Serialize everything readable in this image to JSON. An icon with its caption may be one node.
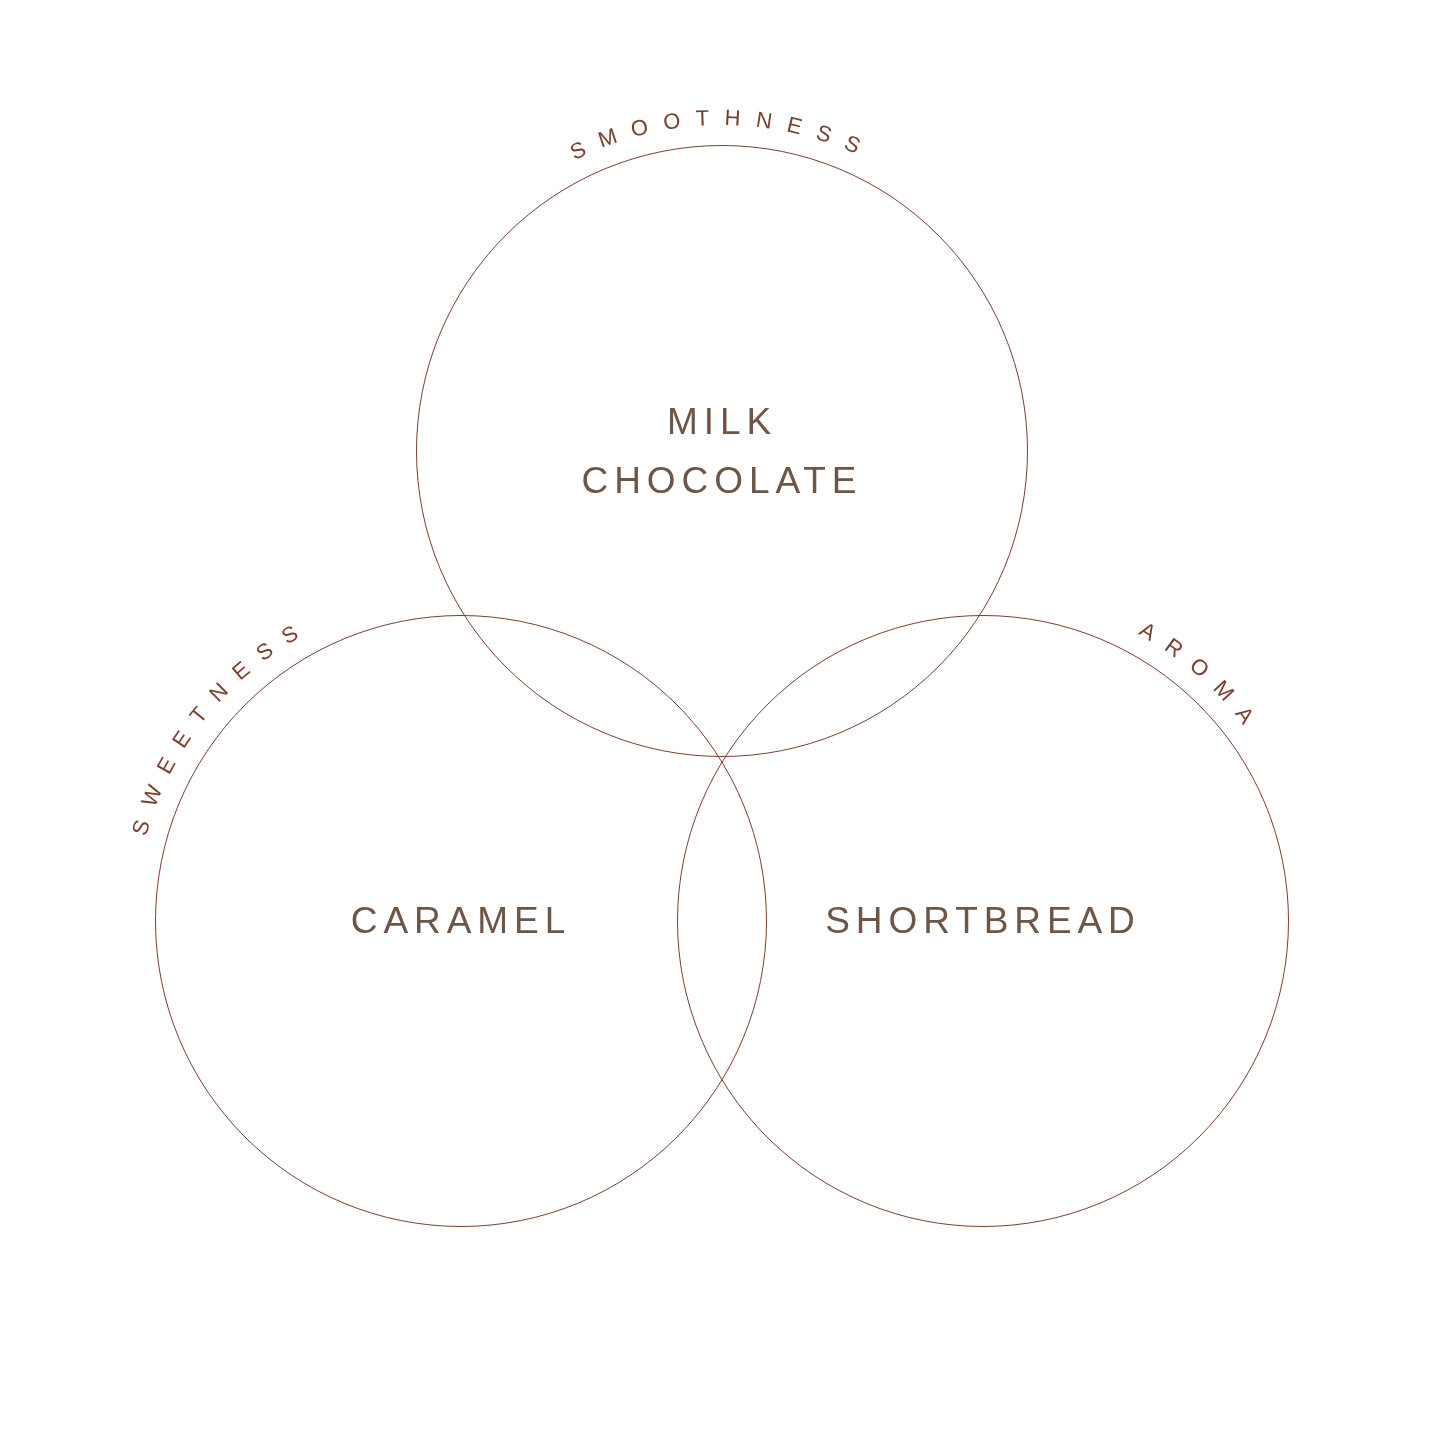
{
  "diagram": {
    "nodes": [
      {
        "text": [
          "SMOOTHNESS",
          "MILK CHOCOLATE"
        ]
      },
      {
        "text": [
          "SWEETNESS",
          "CARAMEL"
        ]
      },
      {
        "text": [
          "AROMA",
          "SHORTBREAD"
        ]
      }
    ]
  }
}
